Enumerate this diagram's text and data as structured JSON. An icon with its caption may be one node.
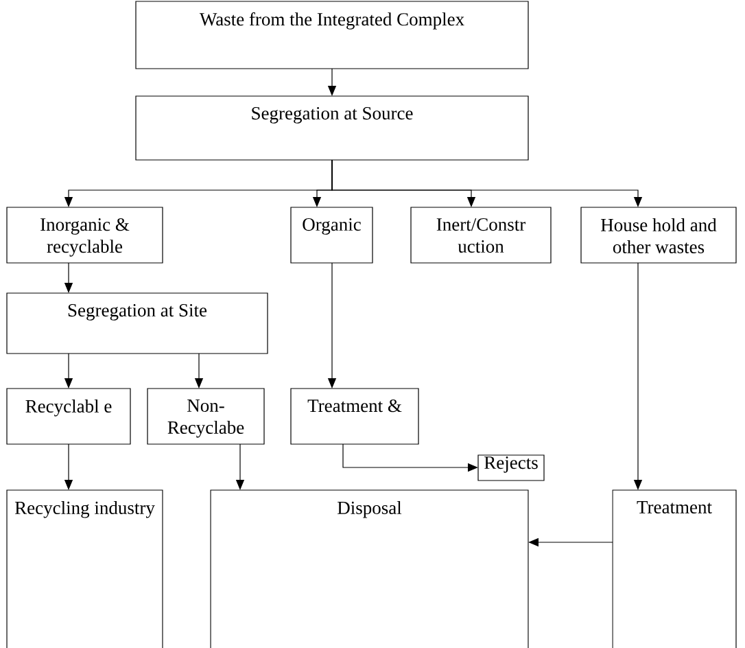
{
  "diagram": {
    "nodes": [
      {
        "text": [
          "Waste from the Integrated Complex"
        ]
      },
      {
        "text": [
          "Segregation at Source"
        ]
      },
      {
        "text": [
          "Inorganic & recyclable"
        ]
      },
      {
        "text": [
          "Organic"
        ]
      },
      {
        "text": [
          "Inert/Constr uction"
        ]
      },
      {
        "text": [
          "House hold and other wastes"
        ]
      },
      {
        "text": [
          "Segregation at Site"
        ]
      },
      {
        "text": [
          "Recyclabl e"
        ]
      },
      {
        "text": [
          "Non- Recyclabe"
        ]
      },
      {
        "text": [
          "Treatment &"
        ]
      },
      {
        "text": [
          "Rejects"
        ]
      },
      {
        "text": [
          "Recycling industry"
        ]
      },
      {
        "text": [
          "Disposal"
        ]
      },
      {
        "text": [
          "Treatment"
        ]
      }
    ],
    "edges": [
      {
        "from": 0,
        "to": 1,
        "arrow": "to"
      },
      {
        "from": 1,
        "to": 2,
        "arrow": "to"
      },
      {
        "from": 1,
        "to": 3,
        "arrow": "to"
      },
      {
        "from": 1,
        "to": 4,
        "arrow": "to"
      },
      {
        "from": 1,
        "to": 5,
        "arrow": "to"
      },
      {
        "from": 2,
        "to": 6,
        "arrow": "to"
      },
      {
        "from": 6,
        "to": 7,
        "arrow": "to"
      },
      {
        "from": 6,
        "to": 8,
        "arrow": "to"
      },
      {
        "from": 3,
        "to": 9,
        "arrow": "to"
      },
      {
        "from": 9,
        "to": 10,
        "arrow": "to"
      },
      {
        "from": 7,
        "to": 11,
        "arrow": "to"
      },
      {
        "from": 8,
        "to": 12,
        "arrow": "to"
      },
      {
        "from": 5,
        "to": 13,
        "arrow": "to"
      },
      {
        "from": 13,
        "to": 12,
        "arrow": "to"
      }
    ]
  }
}
